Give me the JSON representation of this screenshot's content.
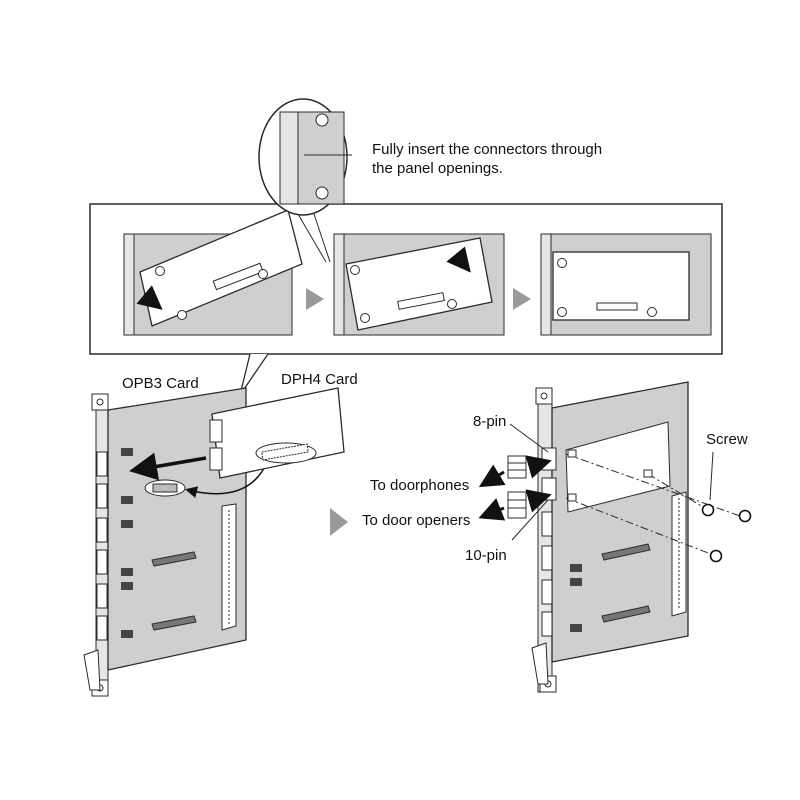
{
  "labels": {
    "callout_line1": "Fully insert the connectors through",
    "callout_line2": "the panel openings.",
    "opb3_card": "OPB3 Card",
    "dph4_card": "DPH4 Card",
    "pin8": "8-pin",
    "screw": "Screw",
    "to_doorphones": "To doorphones",
    "to_door_openers": "To door openers",
    "pin10": "10-pin"
  },
  "colors": {
    "line": "#2b2b2b",
    "board": "#cfcfcf",
    "panel_bg": "#ffffff",
    "arrow": "#111111",
    "step_arrow": "#9a9a9a"
  }
}
